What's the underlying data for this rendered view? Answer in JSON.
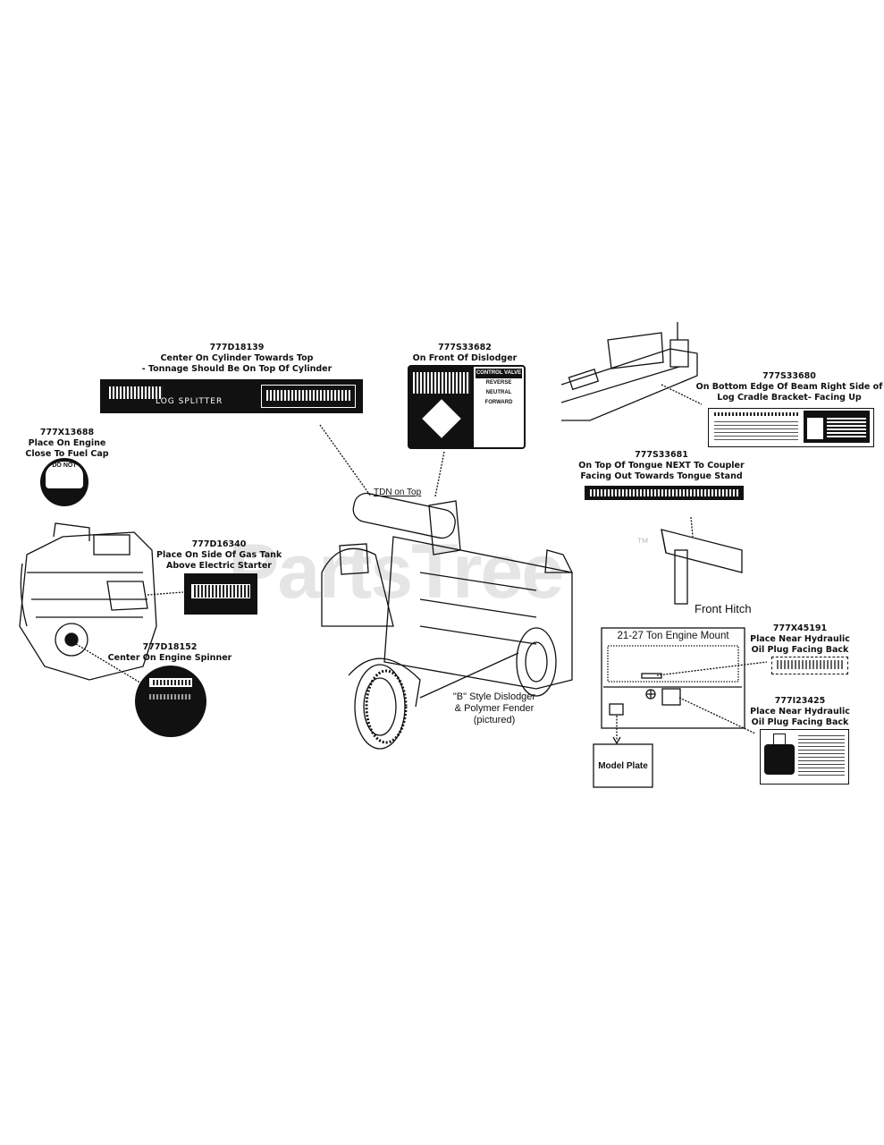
{
  "labels": {
    "d18139": {
      "part": "777D18139",
      "lines": [
        "Center On Cylinder Towards Top",
        "- Tonnage Should Be On Top Of Cylinder"
      ],
      "decal_left": "LOG SPLITTER"
    },
    "s33682": {
      "part": "777S33682",
      "lines": [
        "On Front Of Dislodger"
      ],
      "decal_rows": [
        "CONTROL VALVE",
        "REVERSE",
        "NEUTRAL",
        "FORWARD"
      ]
    },
    "x13688": {
      "part": "777X13688",
      "lines": [
        "Place On Engine",
        "Close To Fuel Cap"
      ],
      "decal_text": "DO NOT"
    },
    "d16340": {
      "part": "777D16340",
      "lines": [
        "Place On Side Of Gas Tank",
        "Above Electric Starter"
      ]
    },
    "d18152": {
      "part": "777D18152",
      "lines": [
        "Center On Engine Spinner"
      ]
    },
    "s33680": {
      "part": "777S33680",
      "lines": [
        "On Bottom Edge Of Beam Right Side of",
        "Log Cradle Bracket- Facing Up"
      ]
    },
    "s33681": {
      "part": "777S33681",
      "lines": [
        "On Top Of Tongue NEXT To Coupler",
        "Facing Out Towards Tongue Stand"
      ]
    },
    "x45191": {
      "part": "777X45191",
      "lines": [
        "Place Near Hydraulic",
        "Oil Plug Facing Back"
      ]
    },
    "i23425": {
      "part": "777I23425",
      "lines": [
        "Place Near Hydraulic",
        "Oil Plug Facing Back"
      ]
    }
  },
  "notes": {
    "tdn_on_top": "TDN on Top",
    "dislodger": [
      "\"B\" Style Dislodger",
      "& Polymer Fender",
      "(pictured)"
    ],
    "front_hitch": "Front Hitch",
    "engine_mount": "21-27 Ton Engine Mount",
    "model_plate": "Model Plate",
    "trademark": "™"
  },
  "watermark": "PartsTree"
}
